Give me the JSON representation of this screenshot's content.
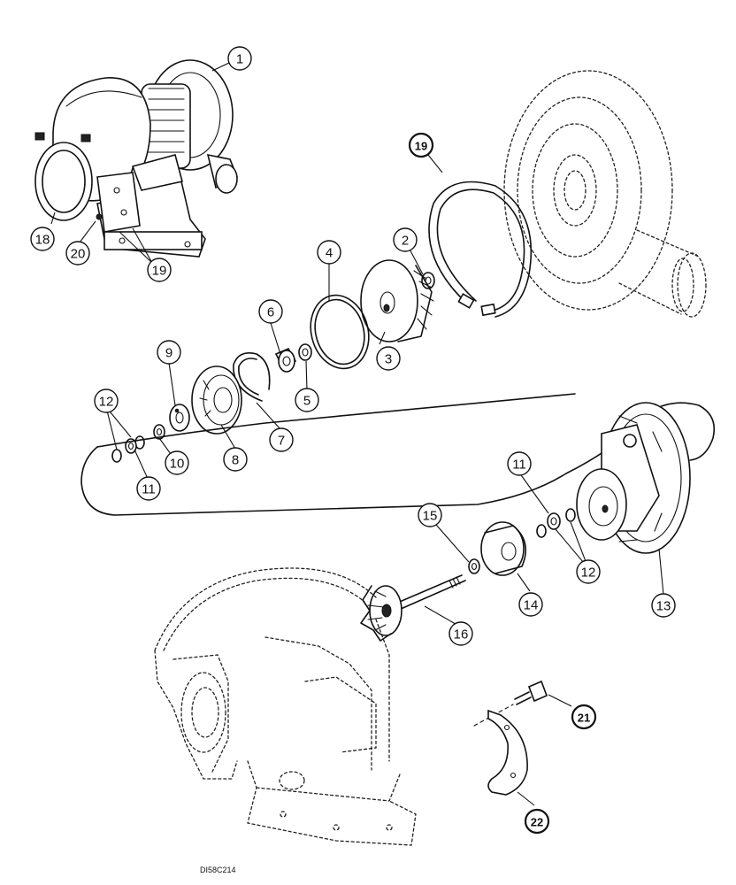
{
  "diagram": {
    "drawing_code": "DI58C214",
    "callouts": [
      {
        "id": "c1",
        "label": "1"
      },
      {
        "id": "c2",
        "label": "2"
      },
      {
        "id": "c3",
        "label": "3"
      },
      {
        "id": "c4",
        "label": "4"
      },
      {
        "id": "c5",
        "label": "5"
      },
      {
        "id": "c6",
        "label": "6"
      },
      {
        "id": "c7",
        "label": "7"
      },
      {
        "id": "c8",
        "label": "8"
      },
      {
        "id": "c9",
        "label": "9"
      },
      {
        "id": "c10",
        "label": "10"
      },
      {
        "id": "c11a",
        "label": "11"
      },
      {
        "id": "c11b",
        "label": "11"
      },
      {
        "id": "c12a",
        "label": "12"
      },
      {
        "id": "c12b",
        "label": "12"
      },
      {
        "id": "c13",
        "label": "13"
      },
      {
        "id": "c14",
        "label": "14"
      },
      {
        "id": "c15",
        "label": "15"
      },
      {
        "id": "c16",
        "label": "16"
      },
      {
        "id": "c18",
        "label": "18"
      },
      {
        "id": "c19a",
        "label": "19"
      },
      {
        "id": "c19b",
        "label": "19"
      },
      {
        "id": "c20",
        "label": "20"
      },
      {
        "id": "c21",
        "label": "21"
      },
      {
        "id": "c22",
        "label": "22"
      }
    ]
  }
}
